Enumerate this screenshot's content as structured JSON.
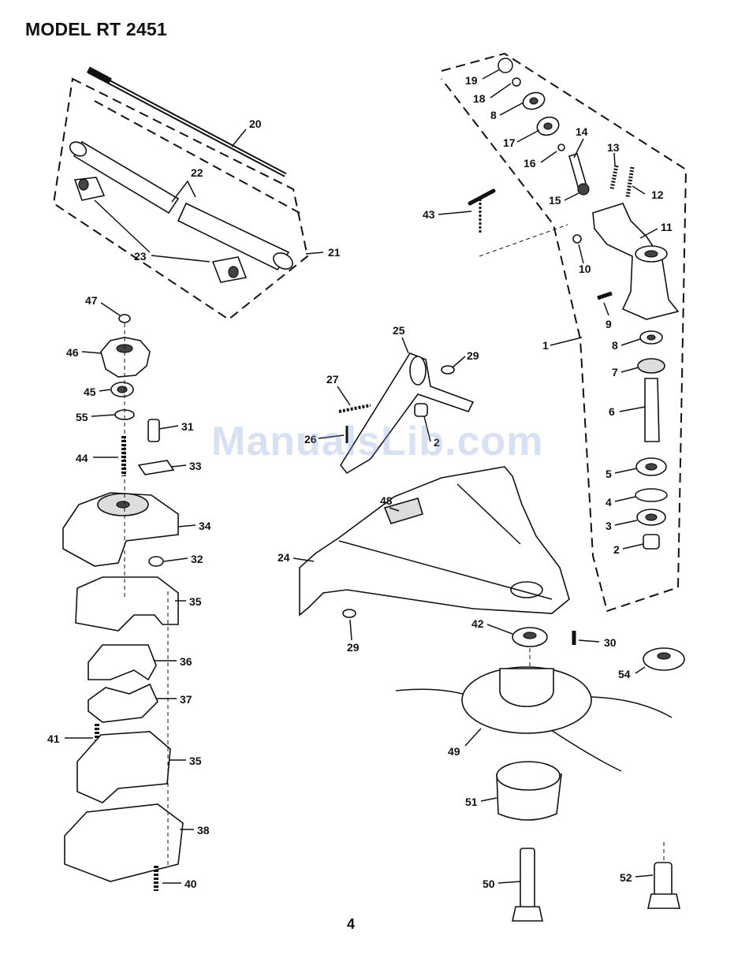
{
  "page": {
    "title": "MODEL RT 2451",
    "page_number": "4",
    "watermark": "ManualsLib.com"
  },
  "callouts": [
    {
      "id": "19",
      "text": "19"
    },
    {
      "id": "18",
      "text": "18"
    },
    {
      "id": "8a",
      "text": "8"
    },
    {
      "id": "17",
      "text": "17"
    },
    {
      "id": "14",
      "text": "14"
    },
    {
      "id": "16",
      "text": "16"
    },
    {
      "id": "13",
      "text": "13"
    },
    {
      "id": "12",
      "text": "12"
    },
    {
      "id": "15",
      "text": "15"
    },
    {
      "id": "43",
      "text": "43"
    },
    {
      "id": "11",
      "text": "11"
    },
    {
      "id": "10",
      "text": "10"
    },
    {
      "id": "9",
      "text": "9"
    },
    {
      "id": "1",
      "text": "1"
    },
    {
      "id": "8b",
      "text": "8"
    },
    {
      "id": "7",
      "text": "7"
    },
    {
      "id": "6",
      "text": "6"
    },
    {
      "id": "5",
      "text": "5"
    },
    {
      "id": "4",
      "text": "4"
    },
    {
      "id": "3",
      "text": "3"
    },
    {
      "id": "2a",
      "text": "2"
    },
    {
      "id": "20",
      "text": "20"
    },
    {
      "id": "22",
      "text": "22"
    },
    {
      "id": "23",
      "text": "23"
    },
    {
      "id": "21",
      "text": "21"
    },
    {
      "id": "47",
      "text": "47"
    },
    {
      "id": "46",
      "text": "46"
    },
    {
      "id": "45",
      "text": "45"
    },
    {
      "id": "55",
      "text": "55"
    },
    {
      "id": "31",
      "text": "31"
    },
    {
      "id": "44",
      "text": "44"
    },
    {
      "id": "33",
      "text": "33"
    },
    {
      "id": "34",
      "text": "34"
    },
    {
      "id": "32",
      "text": "32"
    },
    {
      "id": "35a",
      "text": "35"
    },
    {
      "id": "36",
      "text": "36"
    },
    {
      "id": "37",
      "text": "37"
    },
    {
      "id": "41",
      "text": "41"
    },
    {
      "id": "35b",
      "text": "35"
    },
    {
      "id": "38",
      "text": "38"
    },
    {
      "id": "40",
      "text": "40"
    },
    {
      "id": "25",
      "text": "25"
    },
    {
      "id": "29a",
      "text": "29"
    },
    {
      "id": "27",
      "text": "27"
    },
    {
      "id": "26",
      "text": "26"
    },
    {
      "id": "2b",
      "text": "2"
    },
    {
      "id": "48",
      "text": "48"
    },
    {
      "id": "24",
      "text": "24"
    },
    {
      "id": "29b",
      "text": "29"
    },
    {
      "id": "42",
      "text": "42"
    },
    {
      "id": "30",
      "text": "30"
    },
    {
      "id": "54",
      "text": "54"
    },
    {
      "id": "49",
      "text": "49"
    },
    {
      "id": "51",
      "text": "51"
    },
    {
      "id": "50",
      "text": "50"
    },
    {
      "id": "52",
      "text": "52"
    }
  ]
}
